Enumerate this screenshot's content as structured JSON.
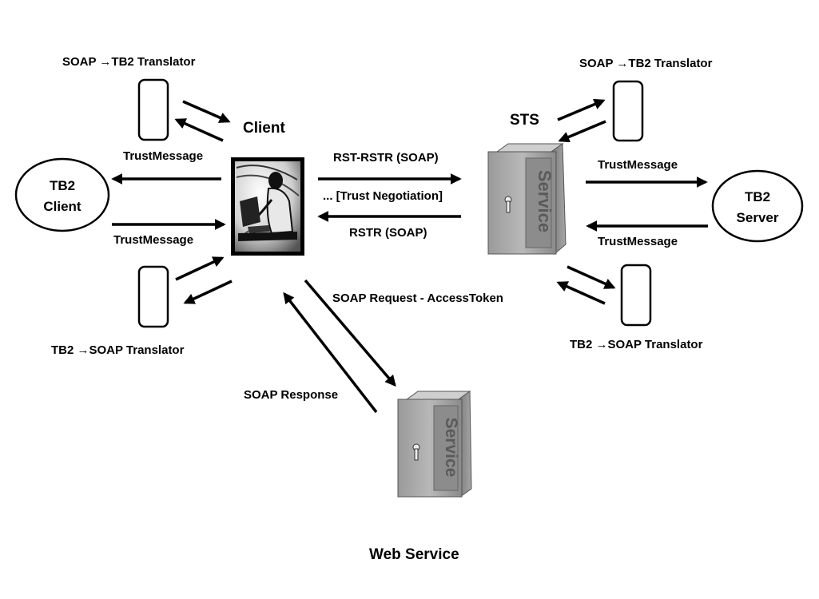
{
  "labels": {
    "translator_top_left": "SOAP →TB2 Translator",
    "translator_bottom_left": "TB2 →SOAP Translator",
    "translator_top_right": "SOAP →TB2 Translator",
    "translator_bottom_right": "TB2 →SOAP Translator",
    "client": "Client",
    "sts": "STS",
    "web_service": "Web Service",
    "trust_message_left_out": "TrustMessage",
    "trust_message_left_in": "TrustMessage",
    "trust_message_right_out": "TrustMessage",
    "trust_message_right_in": "TrustMessage",
    "rst_rstr": "RST-RSTR (SOAP)",
    "trust_negotiation": "... [Trust Negotiation]",
    "rstr": "RSTR (SOAP)",
    "soap_request": "SOAP Request - AccessToken",
    "soap_response": "SOAP Response"
  },
  "nodes": {
    "tb2_client": {
      "line1": "TB2",
      "line2": "Client"
    },
    "tb2_server": {
      "line1": "TB2",
      "line2": "Server"
    }
  },
  "server_icon_text": "Service",
  "icons": {
    "client": "person-at-computer-icon",
    "sts": "server-tower-icon",
    "web_service": "server-tower-icon",
    "translator": "rounded-rectangle-icon"
  }
}
